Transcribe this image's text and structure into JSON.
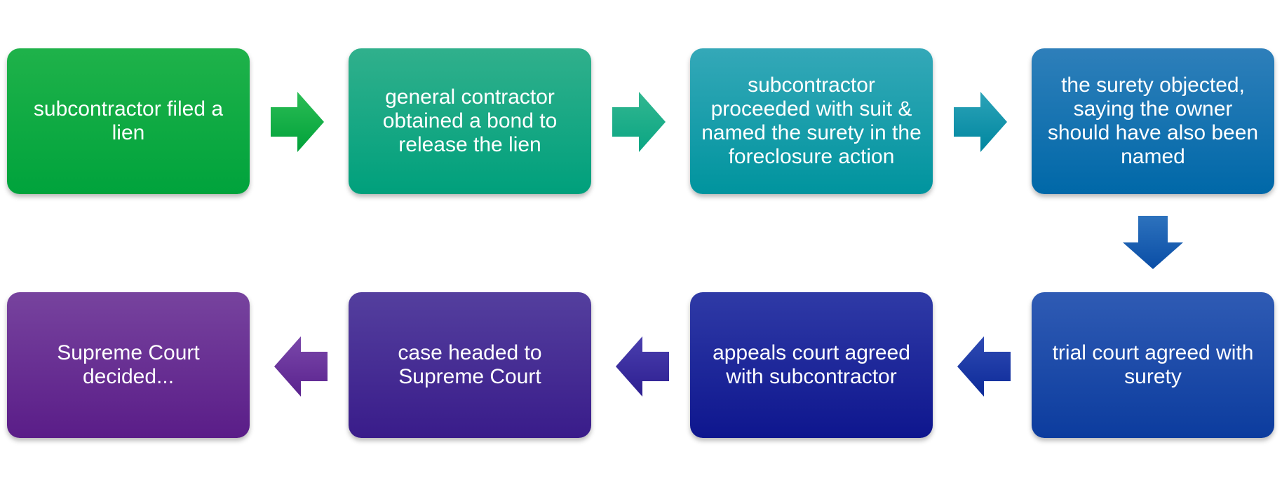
{
  "steps": [
    {
      "text": "subcontractor filed a lien"
    },
    {
      "text": "general contractor obtained a bond to release the lien"
    },
    {
      "text": "subcontractor proceeded with suit & named the surety in the foreclosure action"
    },
    {
      "text": "the surety objected, saying the owner should have also been named"
    },
    {
      "text": "trial court agreed with surety"
    },
    {
      "text": "appeals court agreed with subcontractor"
    },
    {
      "text": "case headed to Supreme Court"
    },
    {
      "text": "Supreme Court decided..."
    }
  ],
  "colors": {
    "step1": "#0fab43",
    "step2": "#18a884",
    "step3": "#1a9eab",
    "step4": "#1774b1",
    "step5": "#1e4ba9",
    "step6": "#1f2897",
    "step7": "#472e94",
    "step8": "#693093",
    "text": "#ffffff"
  },
  "arrows": [
    {
      "name": "arrow-right-icon"
    },
    {
      "name": "arrow-right-icon"
    },
    {
      "name": "arrow-right-icon"
    },
    {
      "name": "arrow-down-icon"
    },
    {
      "name": "arrow-left-icon"
    },
    {
      "name": "arrow-left-icon"
    },
    {
      "name": "arrow-left-icon"
    }
  ]
}
